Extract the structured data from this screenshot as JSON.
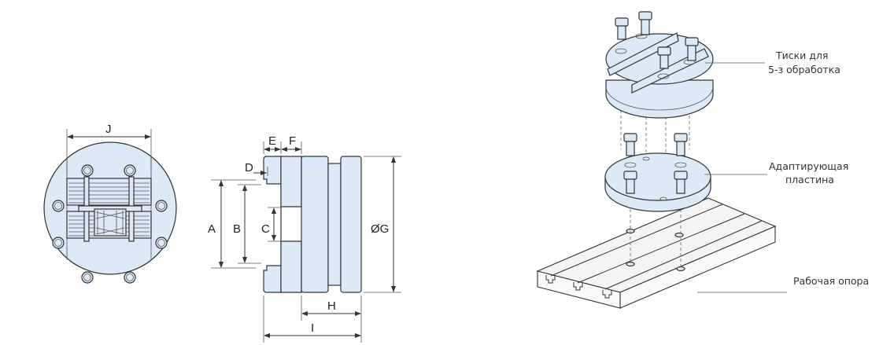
{
  "dimensions": {
    "A": "A",
    "B": "B",
    "C": "C",
    "D": "D",
    "E": "E",
    "F": "F",
    "G": "ØG",
    "H": "H",
    "I": "I",
    "J": "J"
  },
  "callouts": {
    "vise_line1": "Тиски для",
    "vise_line2": "5-з обработка",
    "adapter_line1": "Адаптирующая",
    "adapter_line2": "пластина",
    "base": "Рабочая опора"
  },
  "colors": {
    "part_fill": "#dbeaf6",
    "outline": "#333333"
  }
}
